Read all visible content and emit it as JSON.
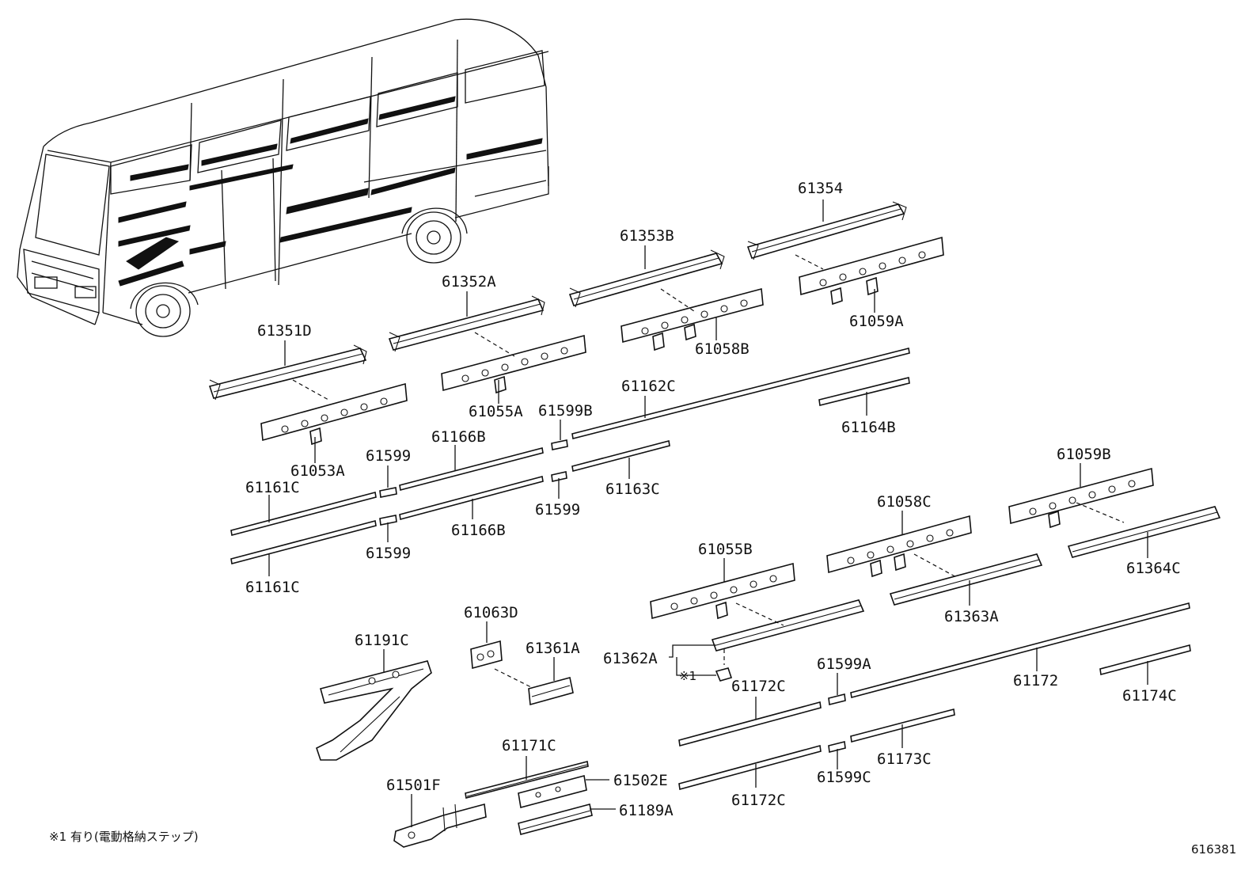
{
  "labels": {
    "p61354": "61354",
    "p61353B": "61353B",
    "p61352A": "61352A",
    "p61351D": "61351D",
    "p61059A": "61059A",
    "p61058B": "61058B",
    "p61055A": "61055A",
    "p61053A": "61053A",
    "p61162C": "61162C",
    "p61164B": "61164B",
    "p61599B": "61599B",
    "p61166B_top": "61166B",
    "p61599_top": "61599",
    "p61161C_top": "61161C",
    "p61163C": "61163C",
    "p61599_mid": "61599",
    "p61166B_bot": "61166B",
    "p61599_bot": "61599",
    "p61161C_bot": "61161C",
    "p61059B": "61059B",
    "p61058C": "61058C",
    "p61364C": "61364C",
    "p61055B": "61055B",
    "p61363A": "61363A",
    "p61063D": "61063D",
    "p61191C": "61191C",
    "p61361A": "61361A",
    "p61362A": "61362A",
    "p61172C_top": "61172C",
    "p61599A": "61599A",
    "p61172": "61172",
    "p61174C": "61174C",
    "p61171C": "61171C",
    "p61502E": "61502E",
    "p61501F": "61501F",
    "p61189A": "61189A",
    "p61172C_bot": "61172C",
    "p61599C": "61599C",
    "p61173C": "61173C",
    "mark1": "※1"
  },
  "footnote": "※1 有り(電動格納ステップ)",
  "diagram_id": "616381"
}
